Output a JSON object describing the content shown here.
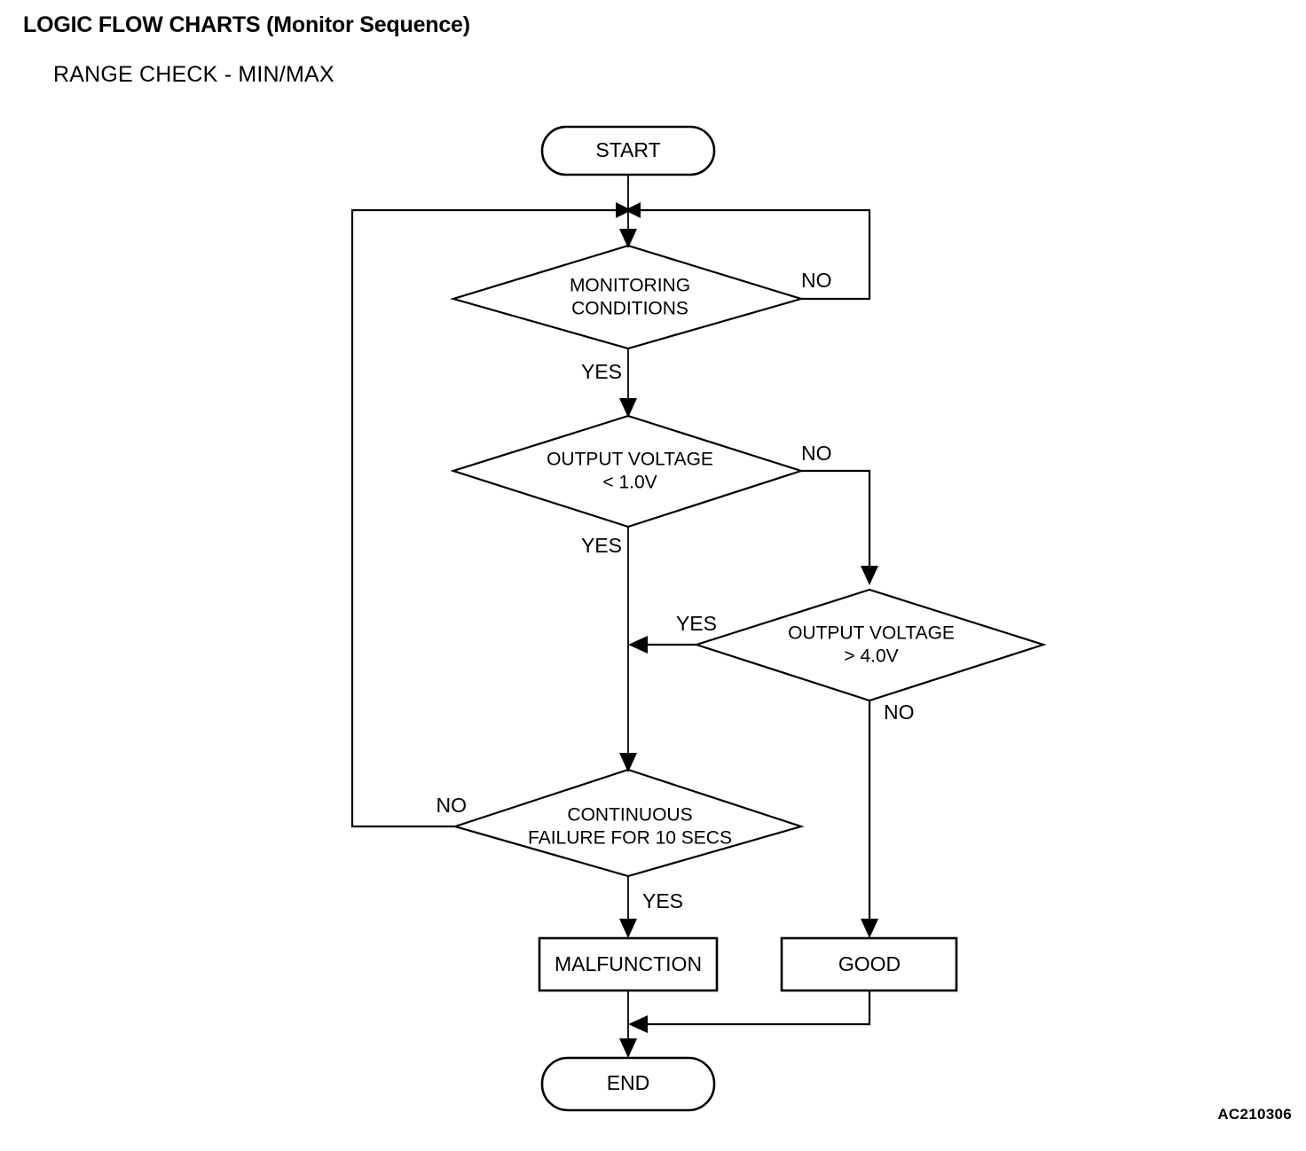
{
  "document": {
    "heading": "LOGIC FLOW CHARTS (Monitor Sequence)",
    "subheading": "RANGE CHECK - MIN/MAX",
    "figure_code": "AC210306"
  },
  "chart_data": {
    "type": "diagram",
    "diagram_kind": "flowchart",
    "title": "LOGIC FLOW CHARTS (Monitor Sequence)",
    "subtitle": "RANGE CHECK - MIN/MAX",
    "stroke_color": "#000000",
    "background_color": "#ffffff",
    "nodes": [
      {
        "id": "start",
        "shape": "terminator",
        "label": "START"
      },
      {
        "id": "monitoring",
        "shape": "decision",
        "label_line1": "MONITORING",
        "label_line2": "CONDITIONS"
      },
      {
        "id": "vmin",
        "shape": "decision",
        "label_line1": "OUTPUT VOLTAGE",
        "label_line2": "< 1.0V"
      },
      {
        "id": "vmax",
        "shape": "decision",
        "label_line1": "OUTPUT VOLTAGE",
        "label_line2": "> 4.0V"
      },
      {
        "id": "continuous",
        "shape": "decision",
        "label_line1": "CONTINUOUS",
        "label_line2": "FAILURE FOR 10 SECS"
      },
      {
        "id": "malfunction",
        "shape": "process",
        "label": "MALFUNCTION"
      },
      {
        "id": "good",
        "shape": "process",
        "label": "GOOD"
      },
      {
        "id": "end",
        "shape": "terminator",
        "label": "END"
      }
    ],
    "edges": [
      {
        "from": "start",
        "to": "monitoring",
        "label": ""
      },
      {
        "from": "monitoring",
        "to": "vmin",
        "label": "YES"
      },
      {
        "from": "monitoring",
        "to": "start_junction",
        "label": "NO"
      },
      {
        "from": "vmin",
        "to": "continuous",
        "label": "YES"
      },
      {
        "from": "vmin",
        "to": "vmax",
        "label": "NO"
      },
      {
        "from": "vmax",
        "to": "continuous_path",
        "label": "YES"
      },
      {
        "from": "vmax",
        "to": "good",
        "label": "NO"
      },
      {
        "from": "continuous",
        "to": "malfunction",
        "label": "YES"
      },
      {
        "from": "continuous",
        "to": "start_junction",
        "label": "NO"
      },
      {
        "from": "malfunction",
        "to": "end",
        "label": ""
      },
      {
        "from": "good",
        "to": "end",
        "label": ""
      }
    ],
    "edge_labels": {
      "monitoring_yes": "YES",
      "monitoring_no": "NO",
      "vmin_yes": "YES",
      "vmin_no": "NO",
      "vmax_yes": "YES",
      "vmax_no": "NO",
      "continuous_yes": "YES",
      "continuous_no": "NO"
    }
  }
}
